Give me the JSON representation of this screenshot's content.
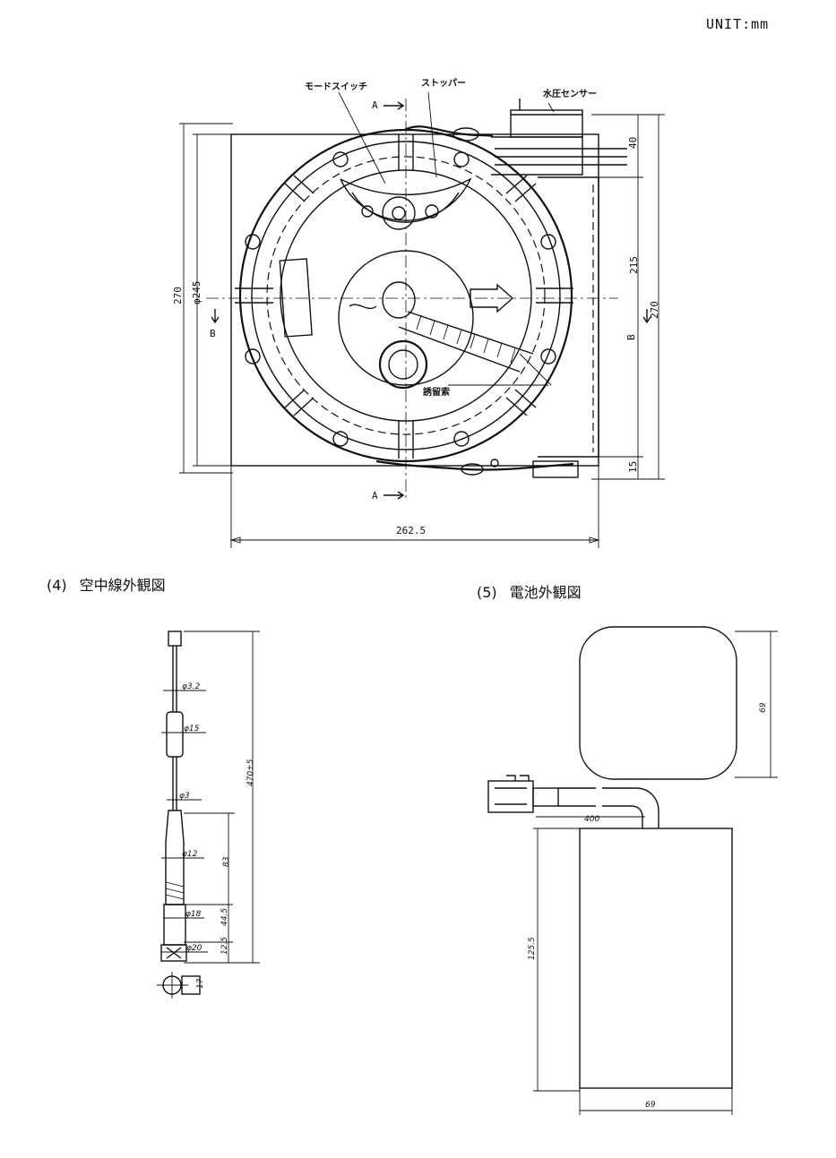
{
  "unit": "UNIT:mm",
  "captions": {
    "antenna": {
      "num": "(4)",
      "title": "空中線外観図"
    },
    "battery": {
      "num": "(5)",
      "title": "電池外観図"
    }
  },
  "main": {
    "label_mode_switch": "モードスイッチ",
    "label_stopper": "ストッパー",
    "label_pressure_sensor": "水圧センサー",
    "label_rope": "誘留索",
    "section_a": "A",
    "section_b": "B",
    "dim_width": "262.5",
    "dim_height_left": "270",
    "dim_diameter": "φ245",
    "dim_top": "40",
    "dim_mid": "215",
    "dim_bottom": "15",
    "dim_height_right": "270"
  },
  "antenna": {
    "d1": "φ3.2",
    "d2": "φ15",
    "d3": "φ3",
    "d4": "φ12",
    "d5": "φ18",
    "d6": "φ20",
    "len_total": "470±5",
    "len_a": "83",
    "len_b": "44.5",
    "len_c": "12.5",
    "len_d": "17"
  },
  "battery": {
    "dim_top_height": "69",
    "dim_cable": "400",
    "dim_height": "125.5",
    "dim_width": "69"
  }
}
